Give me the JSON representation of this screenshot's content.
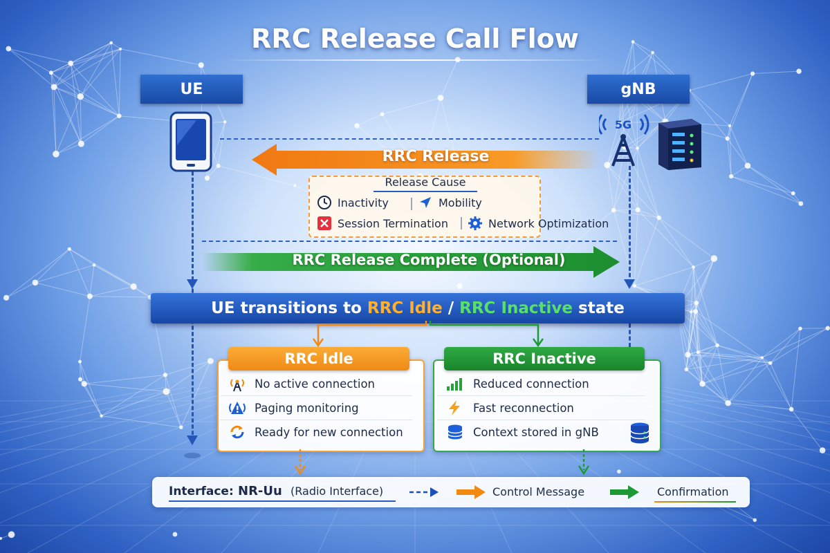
{
  "title": "RRC Release Call Flow",
  "nodes": {
    "ue": "UE",
    "gnb": "gNB",
    "gnb_badge": "5G"
  },
  "messages": {
    "release": "RRC Release",
    "release_complete": "RRC Release Complete (Optional)"
  },
  "release_cause": {
    "title": "Release Cause",
    "items": [
      {
        "label": "Inactivity",
        "icon": "clock-icon"
      },
      {
        "label": "Mobility",
        "icon": "navigation-arrow-icon"
      },
      {
        "label": "Session Termination",
        "icon": "close-icon"
      },
      {
        "label": "Network Optimization",
        "icon": "gear-icon"
      }
    ]
  },
  "transition": {
    "prefix": "UE transitions to",
    "idle": "RRC Idle",
    "separator": "/",
    "inactive": "RRC Inactive",
    "suffix": "state"
  },
  "idle_card": {
    "title": "RRC Idle",
    "items": [
      {
        "label": "No active connection",
        "icon": "antenna-icon"
      },
      {
        "label": "Paging monitoring",
        "icon": "paging-alert-icon"
      },
      {
        "label": "Ready for new connection",
        "icon": "refresh-icon"
      }
    ]
  },
  "inactive_card": {
    "title": "RRC Inactive",
    "items": [
      {
        "label": "Reduced connection",
        "icon": "signal-bars-icon"
      },
      {
        "label": "Fast reconnection",
        "icon": "lightning-icon"
      },
      {
        "label": "Context stored in gNB",
        "icon": "database-icon"
      }
    ]
  },
  "legend": {
    "interface_label": "Interface:",
    "interface_value": "NR-Uu",
    "interface_note": "(Radio Interface)",
    "control": "Control Message",
    "confirmation": "Confirmation"
  },
  "colors": {
    "orange": "#f28a12",
    "green": "#1e9a35",
    "blue": "#1a4aa5",
    "dashed": "#2456b8"
  }
}
